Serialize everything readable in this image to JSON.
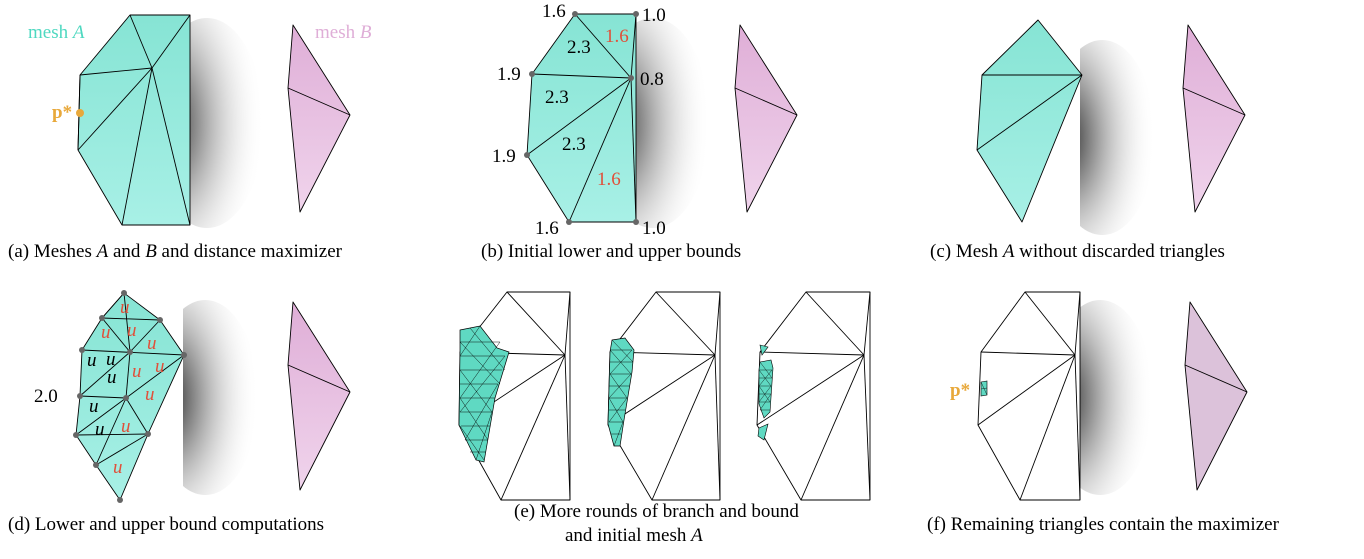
{
  "colors": {
    "teal": "#8ce8d8",
    "teal_light": "#a6f0e4",
    "pink": "#e7bde0",
    "pink_light": "#f0d2ec",
    "orange": "#e8a83a",
    "red": "#e0503a",
    "vertex": "#666666"
  },
  "panel_a": {
    "label_mesh_a": "mesh ",
    "label_mesh_a_letter": "A",
    "label_mesh_b": "mesh ",
    "label_mesh_b_letter": "B",
    "point_label": "p*",
    "caption_prefix": "(a) Meshes ",
    "caption_a": "A",
    "caption_mid": " and ",
    "caption_b": "B",
    "caption_suffix": " and distance maximizer"
  },
  "panel_b": {
    "vertex_values": [
      "1.6",
      "1.0",
      "1.9",
      "0.8",
      "1.9",
      "1.6",
      "1.0"
    ],
    "triangle_values": [
      "2.3",
      "2.3",
      "2.3"
    ],
    "triangle_values_red": [
      "1.6",
      "1.6"
    ],
    "caption": "(b) Initial lower and upper bounds"
  },
  "panel_c": {
    "caption_prefix": "(c) Mesh ",
    "caption_a": "A",
    "caption_suffix": " without discarded triangles"
  },
  "panel_d": {
    "vertex_value": "2.0",
    "u": "u",
    "caption": "(d) Lower and upper bound computations"
  },
  "panel_e": {
    "caption_line1": "(e) More rounds of branch and bound",
    "caption_line2_prefix": "and initial mesh ",
    "caption_line2_a": "A"
  },
  "panel_f": {
    "point_label": "p*",
    "caption": "(f) Remaining triangles contain the maximizer"
  }
}
